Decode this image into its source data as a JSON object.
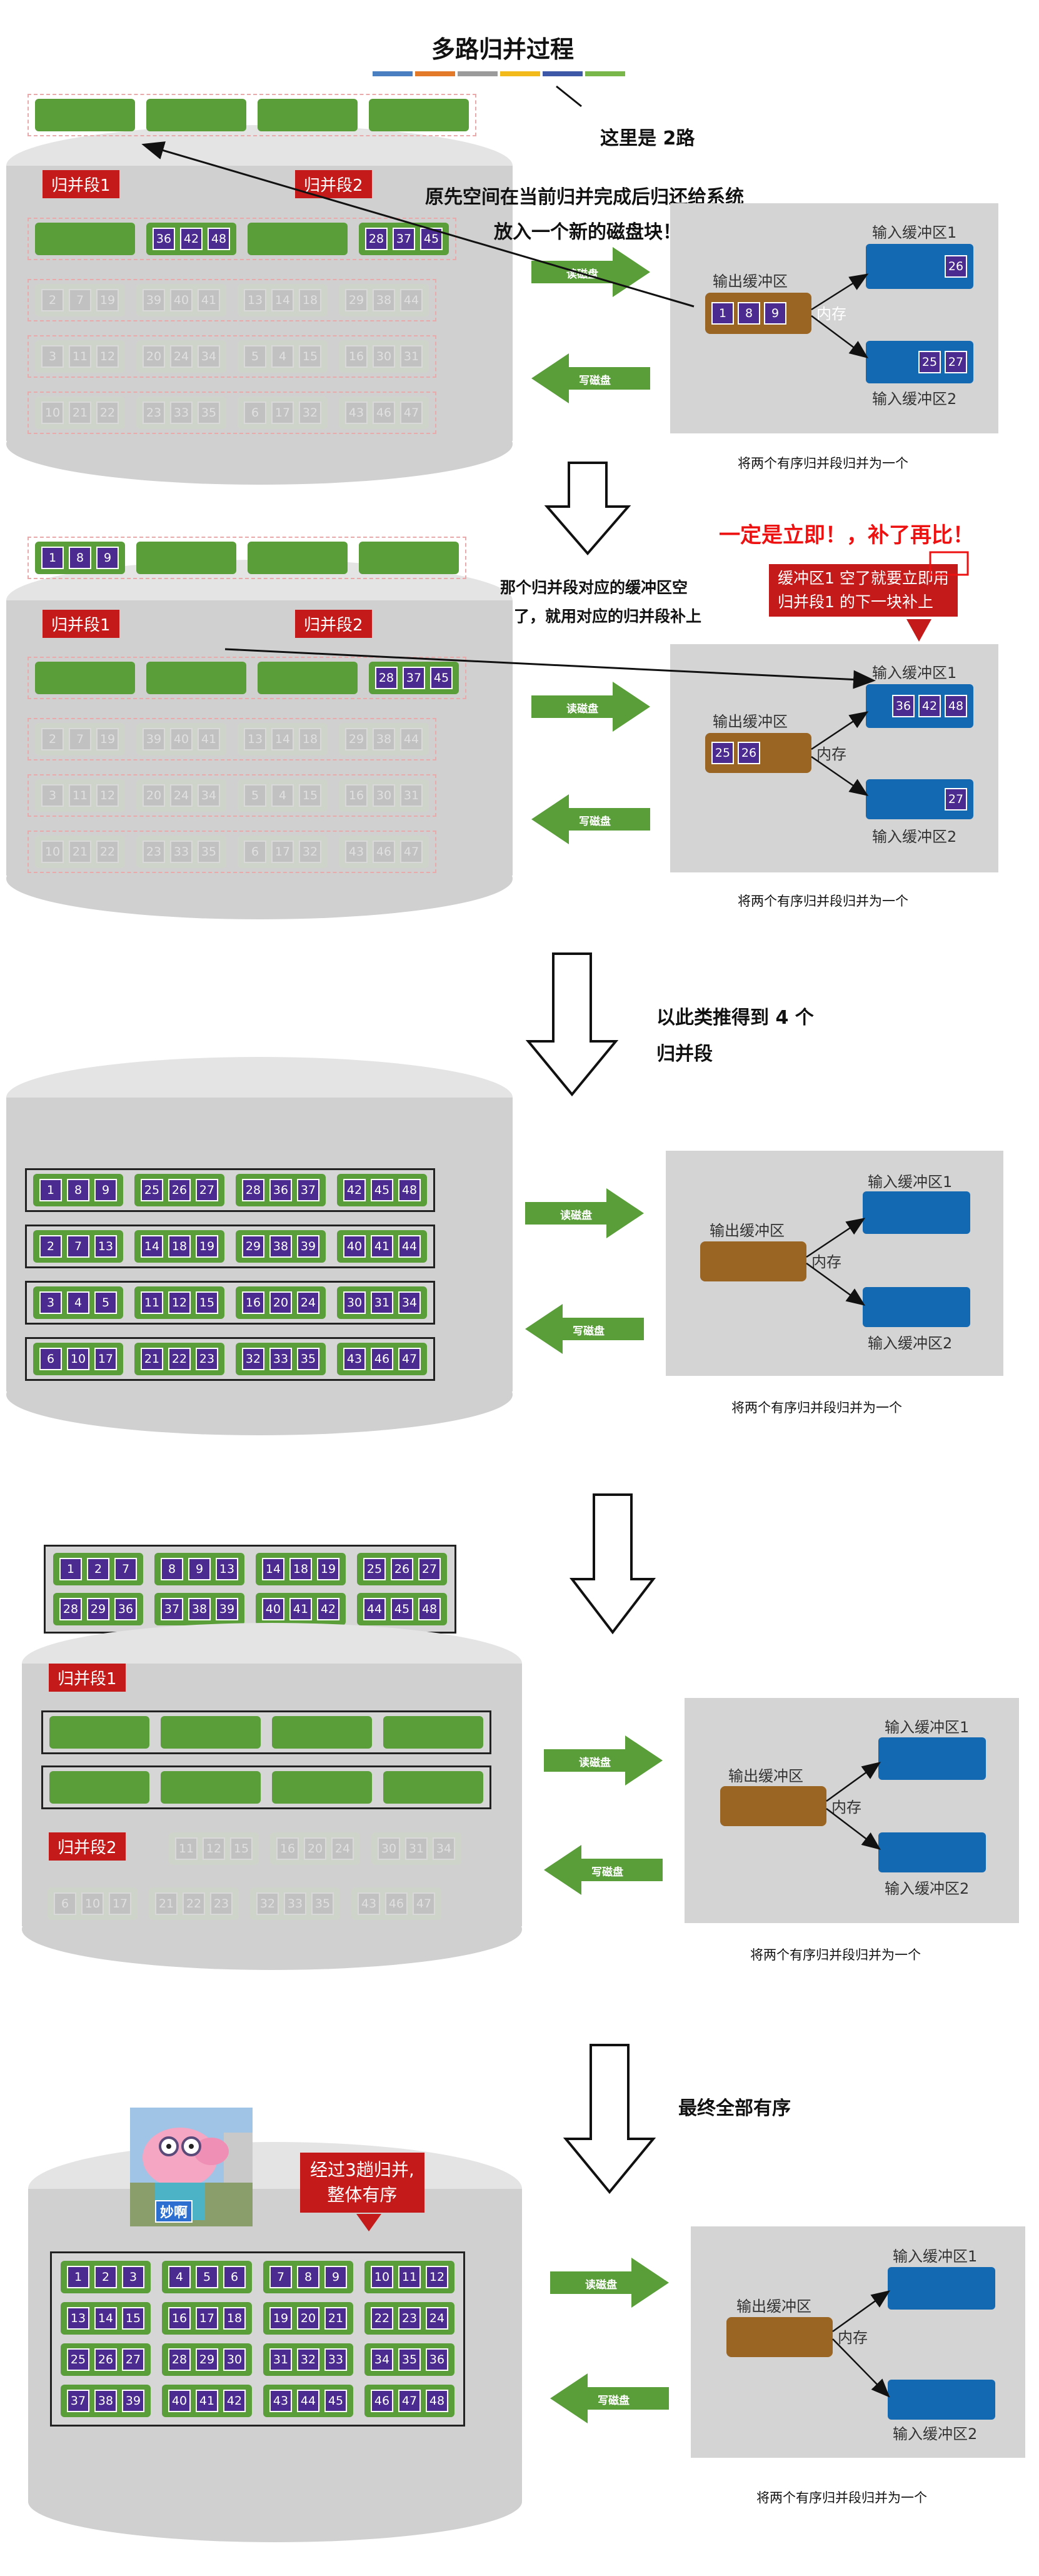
{
  "title": "多路归并过程",
  "notes": {
    "two_way": "这里是 2路",
    "return_space_l1": "原先空间在当前归并完成后归还给系统",
    "return_space_l2": "放入一个新的磁盘块！！",
    "refill_l1": "那个归并段对应的缓冲区空",
    "refill_l2": "了，就用对应的归并段补上",
    "immediate": "一定是立即！，补了再比！",
    "callout_l1": "缓冲区1 空了就要立即用",
    "callout_l2": "归并段1 的下一块补上",
    "infer_l1": "以此类推得到 4 个",
    "infer_l2": "归并段",
    "final": "最终全部有序",
    "three_pass_l1": "经过3趟归并,",
    "three_pass_l2": "整体有序"
  },
  "labels": {
    "seg1": "归并段1",
    "seg2": "归并段2",
    "in1": "输入缓冲区1",
    "in2": "输入缓冲区2",
    "out": "输出缓冲区",
    "mem": "内存",
    "read": "读磁盘",
    "write": "写磁盘",
    "caption": "将两个有序归并段归并为一个",
    "pig_caption": "妙啊"
  },
  "stages": [
    {
      "out_buf": [
        "1",
        "8",
        "9"
      ],
      "in1": [
        "26"
      ],
      "in2": [
        "25",
        "27"
      ]
    },
    {
      "out_buf": [
        "25",
        "26"
      ],
      "in1": [
        "36",
        "42",
        "48"
      ],
      "in2": [
        "27"
      ]
    }
  ],
  "disk1": {
    "row1_seg2": [
      "36",
      "42",
      "48"
    ],
    "row1_seg4": [
      "28",
      "37",
      "45"
    ],
    "rows": [
      [
        "2",
        "7",
        "19"
      ],
      [
        "39",
        "40",
        "41"
      ],
      [
        "13",
        "14",
        "18"
      ],
      [
        "29",
        "38",
        "44"
      ],
      [
        "3",
        "11",
        "12"
      ],
      [
        "20",
        "24",
        "34"
      ],
      [
        "5",
        "4",
        "15"
      ],
      [
        "16",
        "30",
        "31"
      ],
      [
        "10",
        "21",
        "22"
      ],
      [
        "23",
        "33",
        "35"
      ],
      [
        "6",
        "17",
        "32"
      ],
      [
        "43",
        "46",
        "47"
      ]
    ]
  },
  "disk2": {
    "top": [
      "1",
      "8",
      "9"
    ],
    "row1_seg4": [
      "28",
      "37",
      "45"
    ]
  },
  "disk3": {
    "rows": [
      [
        [
          "1",
          "8",
          "9"
        ],
        [
          "25",
          "26",
          "27"
        ],
        [
          "28",
          "36",
          "37"
        ],
        [
          "42",
          "45",
          "48"
        ]
      ],
      [
        [
          "2",
          "7",
          "13"
        ],
        [
          "14",
          "18",
          "19"
        ],
        [
          "29",
          "38",
          "39"
        ],
        [
          "40",
          "41",
          "44"
        ]
      ],
      [
        [
          "3",
          "4",
          "5"
        ],
        [
          "11",
          "12",
          "15"
        ],
        [
          "16",
          "20",
          "24"
        ],
        [
          "30",
          "31",
          "34"
        ]
      ],
      [
        [
          "6",
          "10",
          "17"
        ],
        [
          "21",
          "22",
          "23"
        ],
        [
          "32",
          "33",
          "35"
        ],
        [
          "43",
          "46",
          "47"
        ]
      ]
    ]
  },
  "disk4": {
    "top": [
      [
        [
          "1",
          "2",
          "7"
        ],
        [
          "8",
          "9",
          "13"
        ],
        [
          "14",
          "18",
          "19"
        ],
        [
          "25",
          "26",
          "27"
        ]
      ],
      [
        [
          "28",
          "29",
          "36"
        ],
        [
          "37",
          "38",
          "39"
        ],
        [
          "40",
          "41",
          "42"
        ],
        [
          "44",
          "45",
          "48"
        ]
      ]
    ],
    "faded": [
      [
        "11",
        "12",
        "15"
      ],
      [
        "16",
        "20",
        "24"
      ],
      [
        "30",
        "31",
        "34"
      ],
      [
        "6",
        "10",
        "17"
      ],
      [
        "21",
        "22",
        "23"
      ],
      [
        "32",
        "33",
        "35"
      ],
      [
        "43",
        "46",
        "47"
      ]
    ]
  },
  "disk5": {
    "rows": [
      [
        [
          "1",
          "2",
          "3"
        ],
        [
          "4",
          "5",
          "6"
        ],
        [
          "7",
          "8",
          "9"
        ],
        [
          "10",
          "11",
          "12"
        ]
      ],
      [
        [
          "13",
          "14",
          "15"
        ],
        [
          "16",
          "17",
          "18"
        ],
        [
          "19",
          "20",
          "21"
        ],
        [
          "22",
          "23",
          "24"
        ]
      ],
      [
        [
          "25",
          "26",
          "27"
        ],
        [
          "28",
          "29",
          "30"
        ],
        [
          "31",
          "32",
          "33"
        ],
        [
          "34",
          "35",
          "36"
        ]
      ],
      [
        [
          "37",
          "38",
          "39"
        ],
        [
          "40",
          "41",
          "42"
        ],
        [
          "43",
          "44",
          "45"
        ],
        [
          "46",
          "47",
          "48"
        ]
      ]
    ]
  },
  "colors": {
    "green": "#5a9e3a",
    "purple": "#4b2b8f",
    "blue": "#1469b3",
    "brown": "#9a6422",
    "red": "#c41a1a",
    "panel": "#d4d4d4"
  }
}
